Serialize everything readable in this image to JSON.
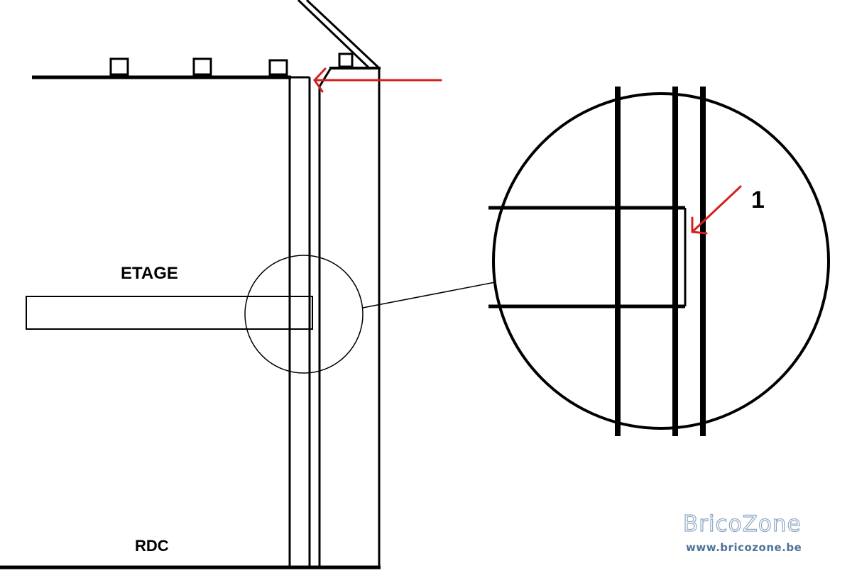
{
  "labels": {
    "floor": "ETAGE",
    "ground": "RDC",
    "callout": "1"
  },
  "watermark": {
    "name": "BricoZone",
    "url": "www.bricozone.be"
  },
  "colors": {
    "line": "#000000",
    "arrow": "#d42020",
    "watermark_name": "#8fa9c4",
    "watermark_url": "#4f7398"
  }
}
